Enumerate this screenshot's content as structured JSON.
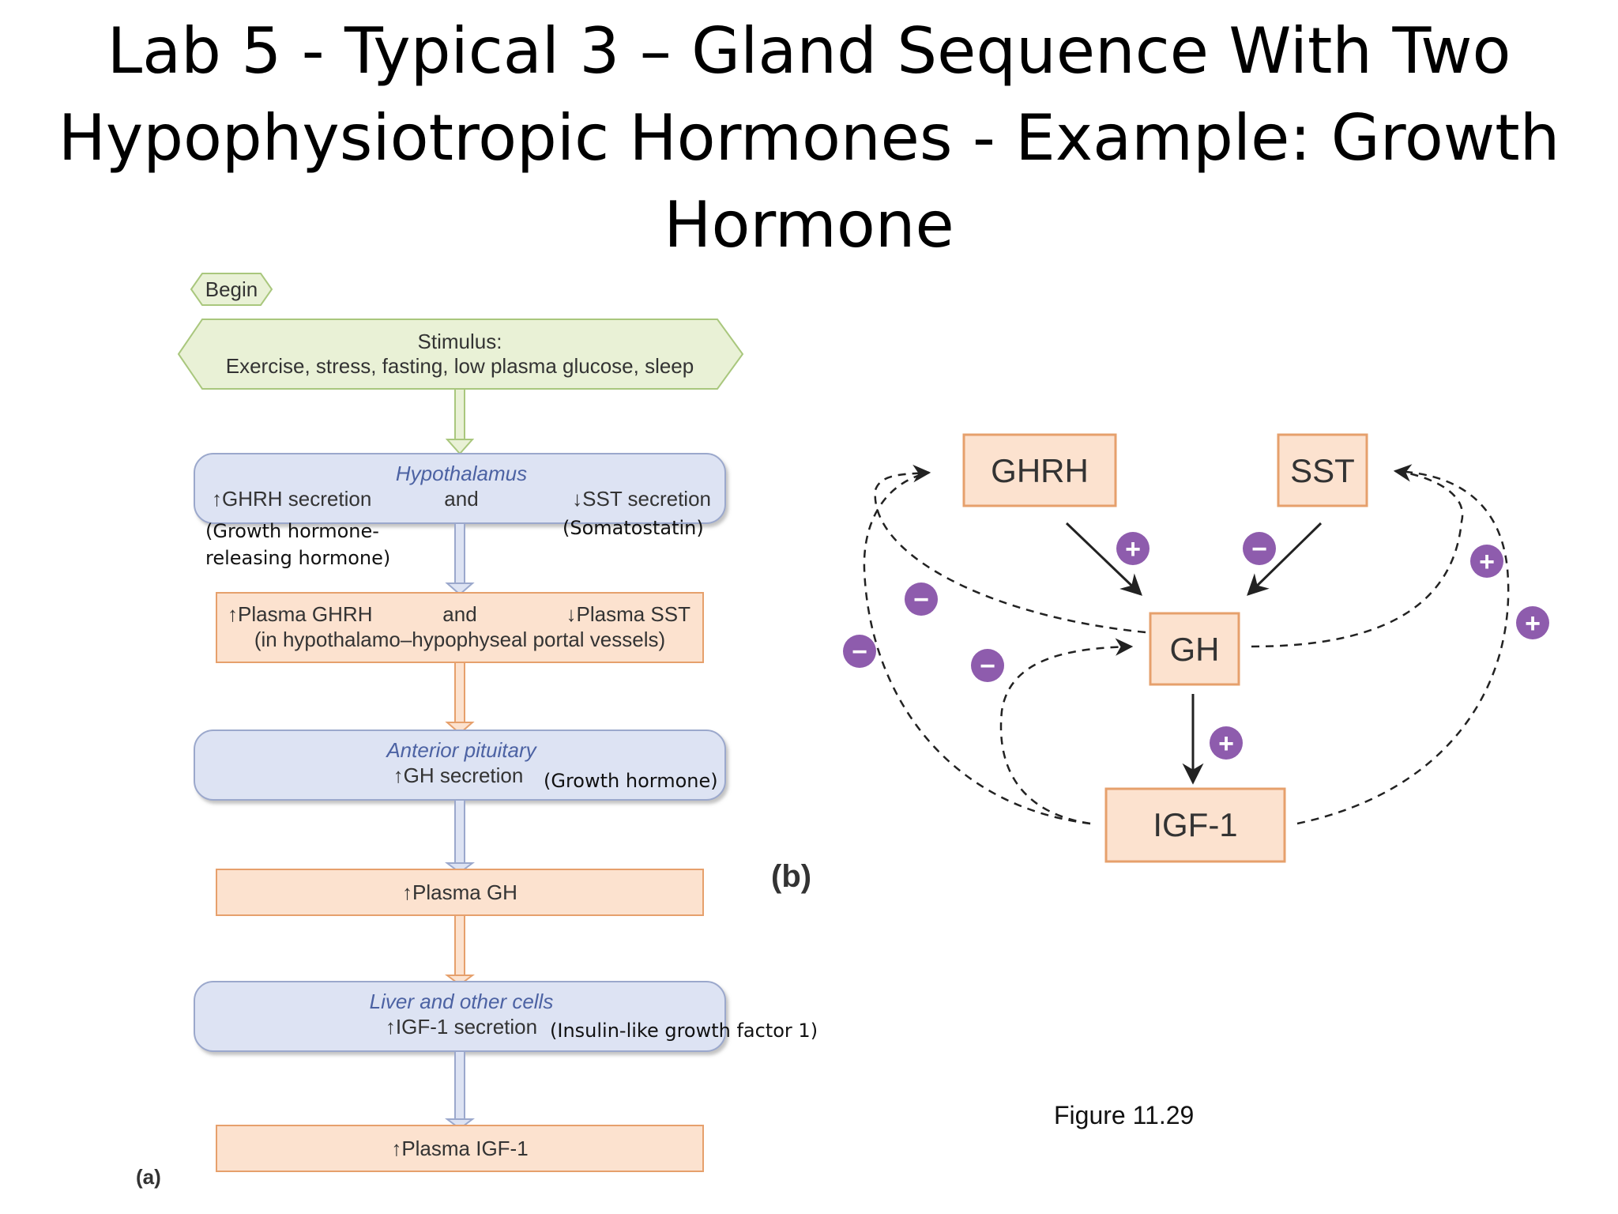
{
  "title": {
    "line1": "Lab 5 - Typical 3 – Gland Sequence With Two",
    "line2": "Hypophysiotropic Hormones - Example: Growth",
    "line3": "Hormone"
  },
  "flowchart": {
    "begin": "Begin",
    "stimulus_label": "Stimulus:",
    "stimulus_text": "Exercise, stress, fasting, low plasma glucose, sleep",
    "hypothalamus_title": "Hypothalamus",
    "ghrh_secretion": "↑GHRH secretion",
    "and": "and",
    "sst_secretion": "↓SST secretion",
    "ghrh_note_line1": "(Growth hormone-",
    "ghrh_note_line2": "releasing hormone)",
    "sst_note": "(Somatostatin)",
    "plasma_ghrh": "↑Plasma GHRH",
    "plasma_sst": "↓Plasma SST",
    "portal_vessels": "(in hypothalamo–hypophyseal portal vessels)",
    "ant_pit_title": "Anterior pituitary",
    "gh_secretion": "↑GH secretion",
    "gh_note": "(Growth hormone)",
    "plasma_gh": "↑Plasma GH",
    "liver_title": "Liver and other cells",
    "igf_secretion": "↑IGF-1 secretion",
    "igf_note": "(Insulin-like growth factor 1)",
    "plasma_igf": "↑Plasma IGF-1",
    "panel_a": "(a)"
  },
  "feedback": {
    "panel_b": "(b)",
    "ghrh": "GHRH",
    "sst": "SST",
    "gh": "GH",
    "igf": "IGF-1",
    "plus": "+",
    "minus": "−",
    "figure_label": "Figure 11.29"
  },
  "colors": {
    "green_fill": "#e9f1d6",
    "green_stroke": "#a9c77d",
    "blue_fill": "#dde3f3",
    "blue_stroke": "#9ba8cc",
    "blue_title": "#4c62a3",
    "orange_fill": "#fce2cf",
    "orange_stroke": "#e6a06c",
    "purple_badge": "#8e5cad"
  }
}
